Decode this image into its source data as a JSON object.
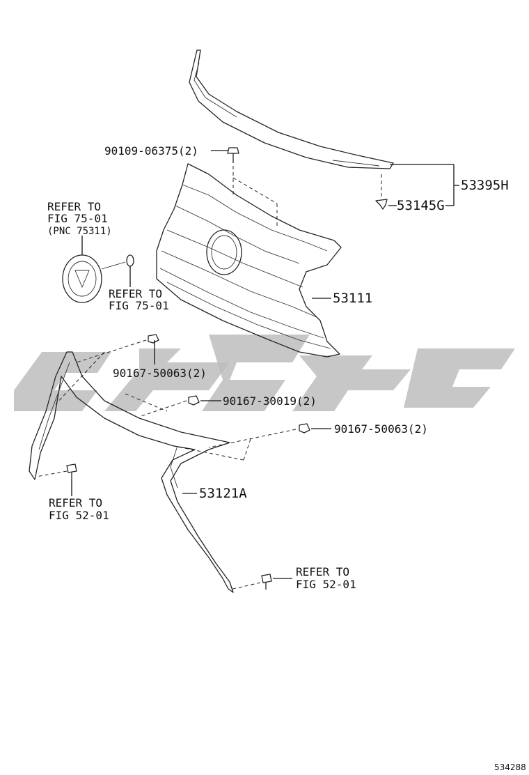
{
  "diagram": {
    "figure_id": "534288",
    "parts": {
      "molding": "53395H",
      "clip": "53145G",
      "grille": "53111",
      "grille_frame": "53121A"
    },
    "fasteners": {
      "screw_top": "90109-06375(2)",
      "clip_left": "90167-50063(2)",
      "clip_mid": "90167-30019(2)",
      "clip_right": "90167-50063(2)"
    },
    "references": {
      "emblem_ref": {
        "line1": "REFER TO",
        "line2": "FIG 75-01",
        "line3": "(PNC 75311)"
      },
      "emblem_clip_ref": {
        "line1": "REFER TO",
        "line2": "FIG 75-01"
      },
      "lower_left_ref": {
        "line1": "REFER TO",
        "line2": "FIG 52-01"
      },
      "lower_right_ref": {
        "line1": "REFER TO",
        "line2": "FIG 52-01"
      }
    }
  }
}
